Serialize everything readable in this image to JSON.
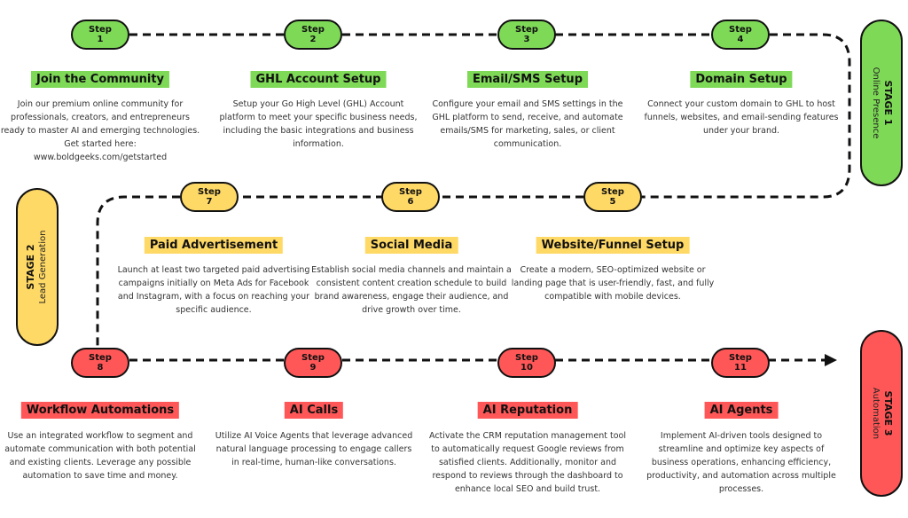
{
  "colors": {
    "green": "#7ed957",
    "yellow": "#ffd966",
    "red": "#ff5757"
  },
  "stages": [
    {
      "title": "STAGE 1",
      "subtitle": "Online Presence"
    },
    {
      "title": "STAGE 2",
      "subtitle": "Lead Generation"
    },
    {
      "title": "STAGE 3",
      "subtitle": "Automation"
    }
  ],
  "steps": [
    {
      "label": "Step",
      "num": "1",
      "title": "Join the Community",
      "desc": "Join our premium online community for professionals, creators, and entrepreneurs ready to master AI and emerging technologies. Get started here: www.boldgeeks.com/getstarted"
    },
    {
      "label": "Step",
      "num": "2",
      "title": "GHL Account Setup",
      "desc": "Setup your Go High Level (GHL) Account platform to meet your specific business needs, including the basic integrations and business information."
    },
    {
      "label": "Step",
      "num": "3",
      "title": "Email/SMS Setup",
      "desc": "Configure your email and SMS settings in the GHL platform to send, receive, and automate emails/SMS for marketing, sales, or client communication."
    },
    {
      "label": "Step",
      "num": "4",
      "title": "Domain Setup",
      "desc": "Connect your custom domain to GHL to host funnels, websites, and email-sending features under your brand."
    },
    {
      "label": "Step",
      "num": "5",
      "title": "Website/Funnel Setup",
      "desc": "Create a modern, SEO-optimized website or landing page that is user-friendly, fast, and fully compatible with mobile devices."
    },
    {
      "label": "Step",
      "num": "6",
      "title": "Social Media",
      "desc": "Establish social media channels and maintain a consistent content creation schedule to build brand awareness, engage their audience, and drive growth over time."
    },
    {
      "label": "Step",
      "num": "7",
      "title": "Paid Advertisement",
      "desc": "Launch at least two targeted paid advertising campaigns initially on Meta Ads for Facebook and Instagram, with a focus on reaching your specific audience."
    },
    {
      "label": "Step",
      "num": "8",
      "title": "Workflow Automations",
      "desc": "Use an integrated workflow to segment and automate communication with both potential and existing clients. Leverage any possible automation to save time and money."
    },
    {
      "label": "Step",
      "num": "9",
      "title": "AI Calls",
      "desc": "Utilize AI Voice Agents that leverage advanced natural language processing to engage callers in real-time, human-like conversations."
    },
    {
      "label": "Step",
      "num": "10",
      "title": "AI Reputation",
      "desc": "Activate the CRM reputation management tool to automatically request Google reviews from satisfied clients. Additionally, monitor and respond to reviews through the dashboard to enhance local SEO and build trust."
    },
    {
      "label": "Step",
      "num": "11",
      "title": "AI Agents",
      "desc": "Implement AI-driven tools designed to streamline and optimize key aspects of business operations, enhancing efficiency, productivity, and automation across multiple processes."
    }
  ]
}
